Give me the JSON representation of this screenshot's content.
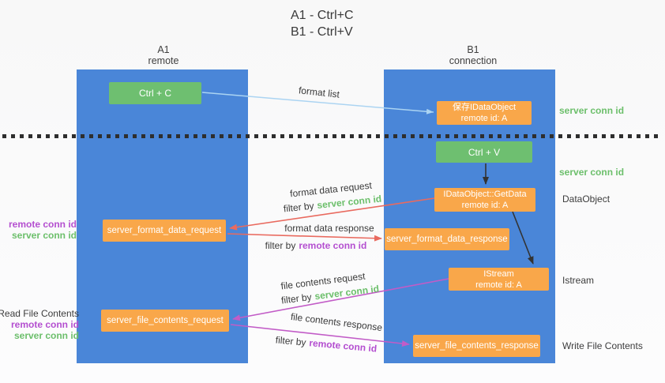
{
  "title": {
    "line1": "A1 - Ctrl+C",
    "line2": "B1 - Ctrl+V"
  },
  "columns": {
    "left": {
      "id": "A1",
      "subtitle": "remote"
    },
    "right": {
      "id": "B1",
      "subtitle": "connection"
    }
  },
  "nodes": {
    "ctrl_c": "Ctrl + C",
    "ctrl_v": "Ctrl + V",
    "save_dataobject": {
      "line1": "保存IDataObject",
      "line2": "remote id: A"
    },
    "getdata": {
      "line1": "IDataObject::GetData",
      "line2": "remote id: A"
    },
    "istream": {
      "line1": "IStream",
      "line2": "remote id: A"
    },
    "server_format_data_request": "server_format_data_request",
    "server_format_data_response": "server_format_data_response",
    "server_file_contents_request": "server_file_contents_request",
    "server_file_contents_response": "server_file_contents_response"
  },
  "side_labels": {
    "server_conn_id": "server conn id",
    "remote_conn_id": "remote conn id",
    "dataobject": "DataObject",
    "istream": "Istream",
    "read_file_contents": "Read File Contents",
    "write_file_contents": "Write File Contents"
  },
  "arrow_labels": {
    "format_list": "format list",
    "format_data_request": "format data request",
    "format_data_response": "format data response",
    "file_contents_request": "file contents request",
    "file_contents_response": "file contents response",
    "filter_by": "filter by"
  },
  "colors": {
    "column_blue": "#4a86d8",
    "node_green": "#6ebf70",
    "node_orange": "#f9a74a",
    "arrow_salmon": "#e96a5f",
    "arrow_magenta": "#c25cc7",
    "arrow_lightblue": "#abd4f2",
    "arrow_black": "#333333",
    "text_green": "#6cbf6b",
    "text_purple": "#b44fd0",
    "text_dark": "#3c3c3c"
  }
}
